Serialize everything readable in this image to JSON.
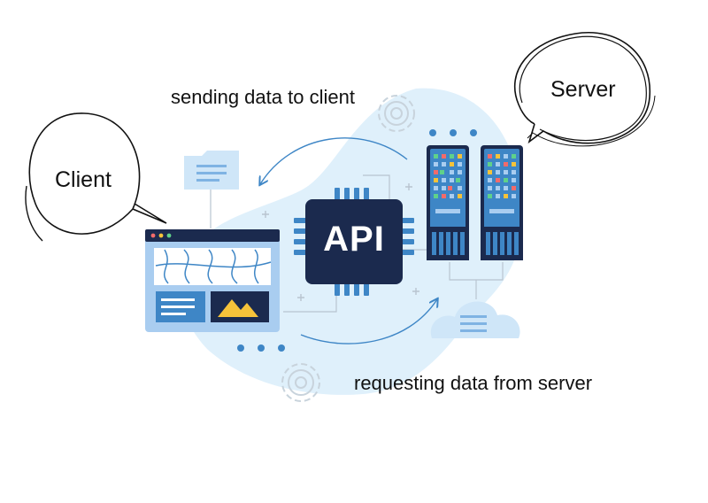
{
  "labels": {
    "sending": "sending data to client",
    "requesting": "requesting data from server",
    "client": "Client",
    "server": "Server",
    "api": "API"
  },
  "colors": {
    "blob": "#dff0fb",
    "navy": "#1b2a4e",
    "blue": "#3e86c6",
    "light_blue": "#a9cdf0",
    "pale_blue": "#cfe6f8",
    "yellow": "#f6c33a",
    "grey_line": "#b8c4d0"
  },
  "icons": {
    "folder": "folder-icon",
    "cloud": "cloud-icon",
    "gear_top": "gear-icon",
    "gear_bottom": "gear-icon",
    "browser": "browser-window-icon",
    "chip": "api-chip-icon",
    "server_left": "server-rack-icon",
    "server_right": "server-rack-icon"
  }
}
